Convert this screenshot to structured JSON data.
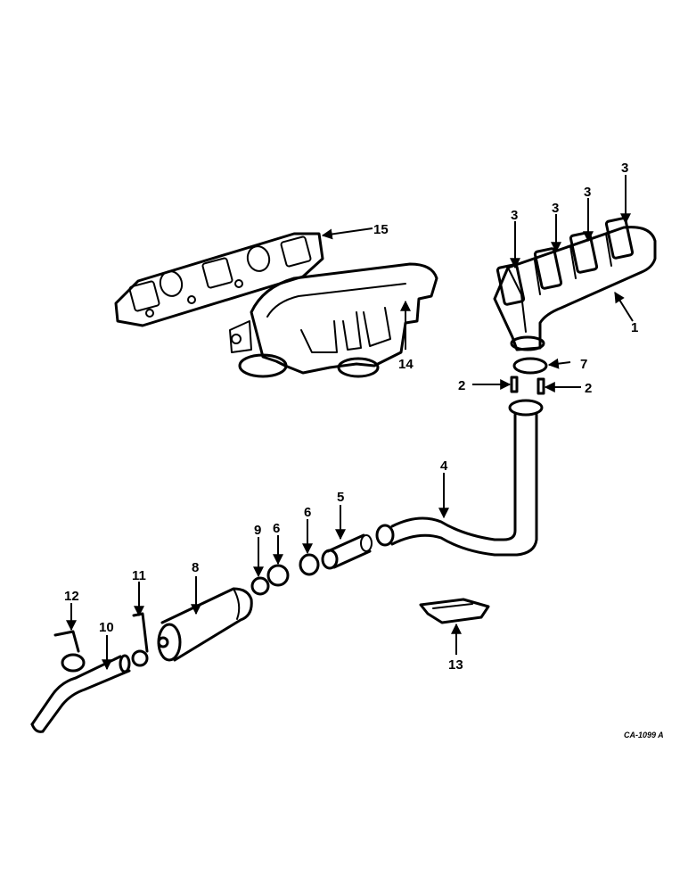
{
  "callouts": {
    "c1": "1",
    "c2a": "2",
    "c2b": "2",
    "c3a": "3",
    "c3b": "3",
    "c3c": "3",
    "c3d": "3",
    "c4": "4",
    "c5": "5",
    "c6a": "6",
    "c6b": "6",
    "c7": "7",
    "c8": "8",
    "c9": "9",
    "c10": "10",
    "c11": "11",
    "c12": "12",
    "c13": "13",
    "c14": "14",
    "c15": "15"
  },
  "reference_code": "CA-1099 A"
}
